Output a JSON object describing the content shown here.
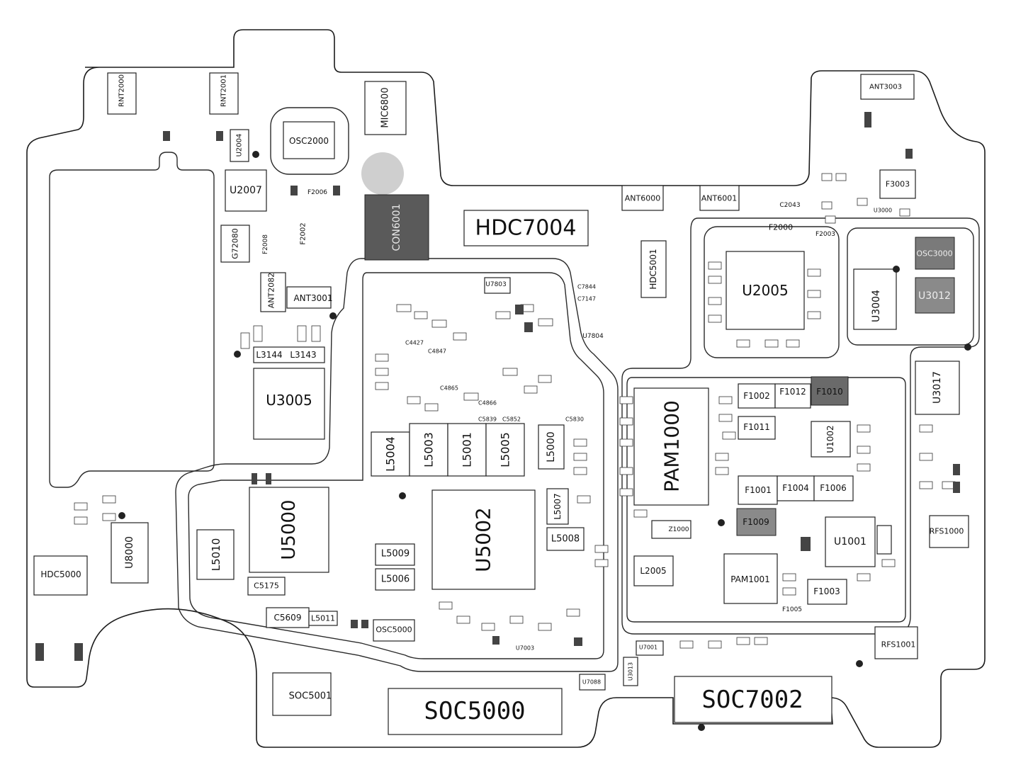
{
  "board": {
    "labels": {
      "RNT2000": "RNT2000",
      "RNT2001": "RNT2001",
      "MIC6800": "MIC6800",
      "OSC2000": "OSC2000",
      "U2004": "U2004",
      "U2007": "U2007",
      "F2006": "F2006",
      "F2008": "F2008",
      "F2002": "F2002",
      "G72080": "G72080",
      "CON6001": "CON6001",
      "HDC7004": "HDC7004",
      "ANT6000": "ANT6000",
      "ANT6001": "ANT6001",
      "HDC5001": "HDC5001",
      "ANT3003": "ANT3003",
      "F3003": "F3003",
      "U3000": "U3000",
      "C2043": "C2043",
      "F2000": "F2000",
      "F2003": "F2003",
      "U2005": "U2005",
      "OSC3000": "OSC3000",
      "U3012": "U3012",
      "U3004": "U3004",
      "ANT2082": "ANT2082",
      "ANT3001": "ANT3001",
      "L3144": "L3144",
      "L3143": "L3143",
      "U3005": "U3005",
      "U7803": "U7803",
      "U7804": "U7804",
      "C7844": "C7844",
      "C7147": "C7147",
      "C4427": "C4427",
      "C4847": "C4847",
      "C4865": "C4865",
      "C4866": "C4866",
      "C5839": "C5839",
      "C5852": "C5852",
      "C5830": "C5830",
      "L5004": "L5004",
      "L5003": "L5003",
      "L5001": "L5001",
      "L5005": "L5005",
      "L5000": "L5000",
      "U5002": "U5002",
      "L5007": "L5007",
      "L5008": "L5008",
      "L5009": "L5009",
      "L5006": "L5006",
      "U5000": "U5000",
      "L5010": "L5010",
      "C5175": "C5175",
      "C5609": "C5609",
      "L5011": "L5011",
      "OSC5000": "OSC5000",
      "U8000": "U8000",
      "HDC5000": "HDC5000",
      "PAM1000": "PAM1000",
      "F1002": "F1002",
      "F1012": "F1012",
      "F1010": "F1010",
      "F1011": "F1011",
      "U1002": "U1002",
      "F1001": "F1001",
      "F1004": "F1004",
      "F1006": "F1006",
      "F1009": "F1009",
      "U1001": "U1001",
      "Z1000": "Z1000",
      "L2005": "L2005",
      "PAM1001": "PAM1001",
      "F1003": "F1003",
      "F1005": "F1005",
      "U3017": "U3017",
      "RFS1000": "RFS1000",
      "RFS1001": "RFS1001",
      "U7001": "U7001",
      "U7003": "U7003",
      "U7088": "U7088",
      "U3013": "U3013",
      "SOC5001": "SOC5001",
      "SOC5000": "SOC5000",
      "SOC7002": "SOC7002"
    }
  }
}
